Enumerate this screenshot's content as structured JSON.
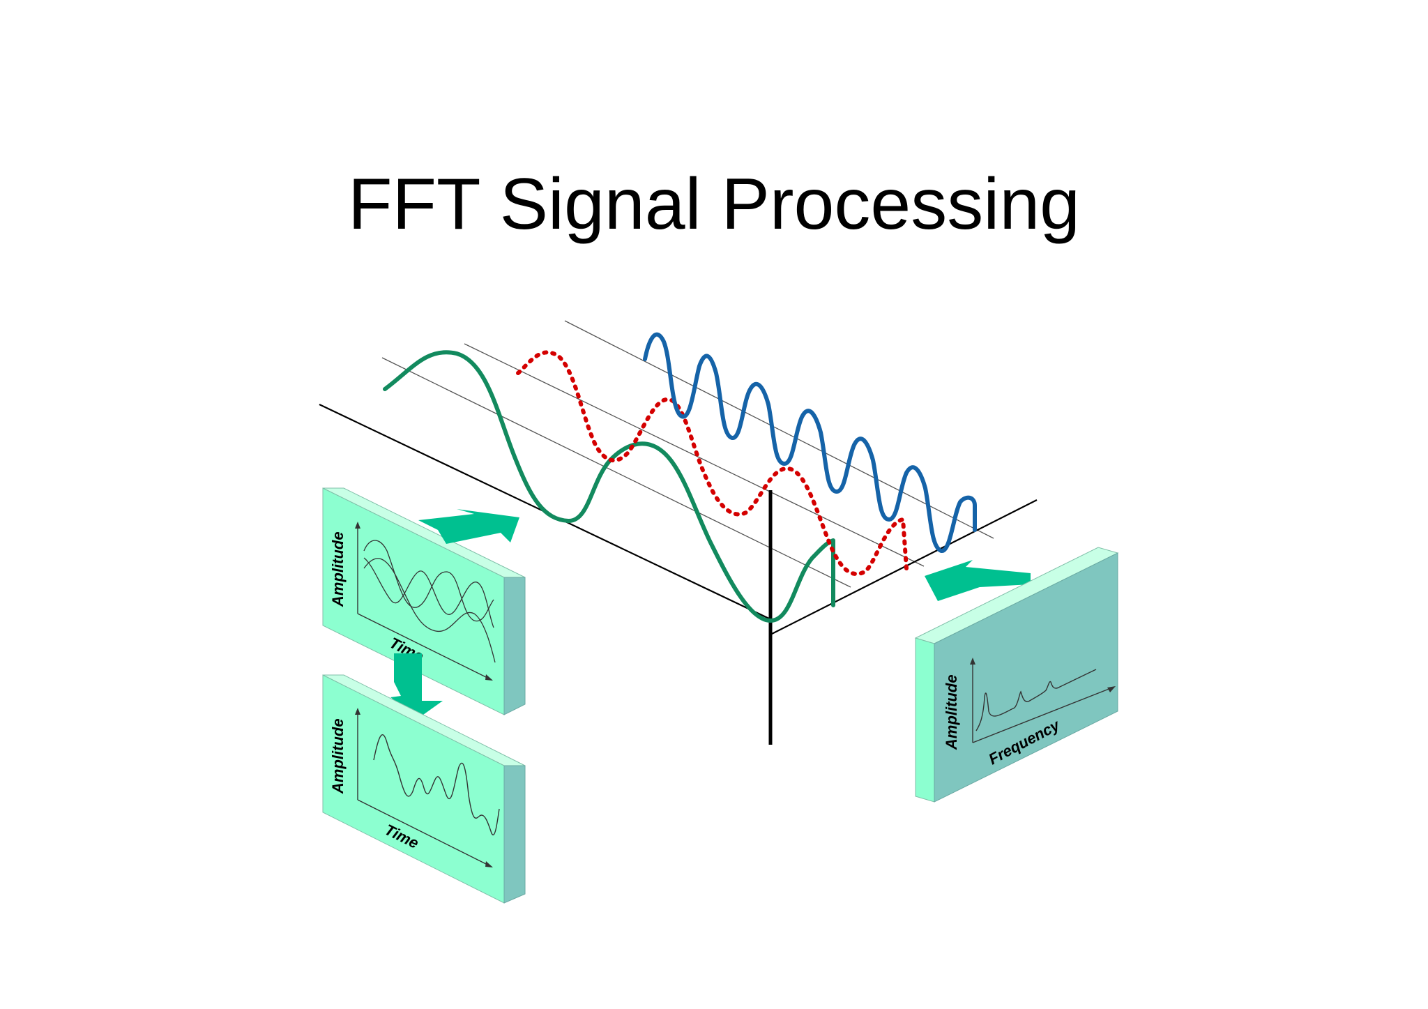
{
  "slide": {
    "title": "FFT Signal Processing"
  },
  "panels": {
    "time_composite": {
      "amplitude_label": "Amplitude",
      "time_label": "Time"
    },
    "time_sum": {
      "amplitude_label": "Amplitude",
      "time_label": "Time"
    },
    "frequency": {
      "amplitude_label": "Amplitude",
      "frequency_label": "Frequency"
    }
  },
  "colors": {
    "panel_front": "#8cffd0",
    "panel_top": "#c8ffe6",
    "panel_side": "#7fc6bf",
    "freq_panel_front": "#7fc6bf",
    "arrow": "#00c090",
    "wave_low": "#128a5e",
    "wave_mid": "#d40000",
    "wave_high": "#1563a8",
    "axis": "#000000"
  }
}
